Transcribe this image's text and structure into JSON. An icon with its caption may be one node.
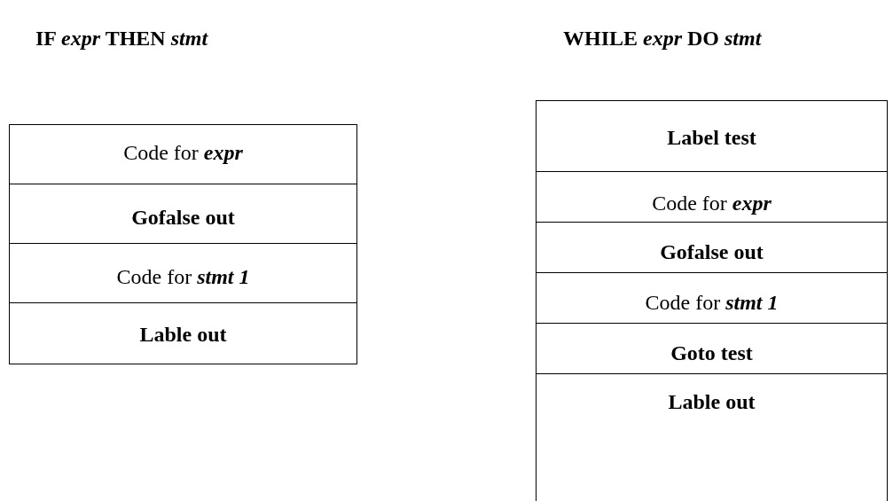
{
  "diagram": {
    "nodes": [
      {
        "text": [
          "Code for *expr*"
        ]
      },
      {
        "text": [
          "**Gofalse out**"
        ]
      },
      {
        "text": [
          "Code for *stmt 1*"
        ]
      },
      {
        "text": [
          "**Lable out**"
        ]
      },
      {
        "text": [
          "**Label test**"
        ]
      },
      {
        "text": [
          "Code for *expr*"
        ]
      },
      {
        "text": [
          "**Gofalse out**"
        ]
      },
      {
        "text": [
          "Code for *stmt 1*"
        ]
      },
      {
        "text": [
          "**Goto test**"
        ]
      },
      {
        "text": [
          "**Lable out**"
        ]
      }
    ],
    "labels": [
      "IF *expr*   THEN *stmt*",
      "WHILE *expr*  DO *stmt*"
    ]
  }
}
